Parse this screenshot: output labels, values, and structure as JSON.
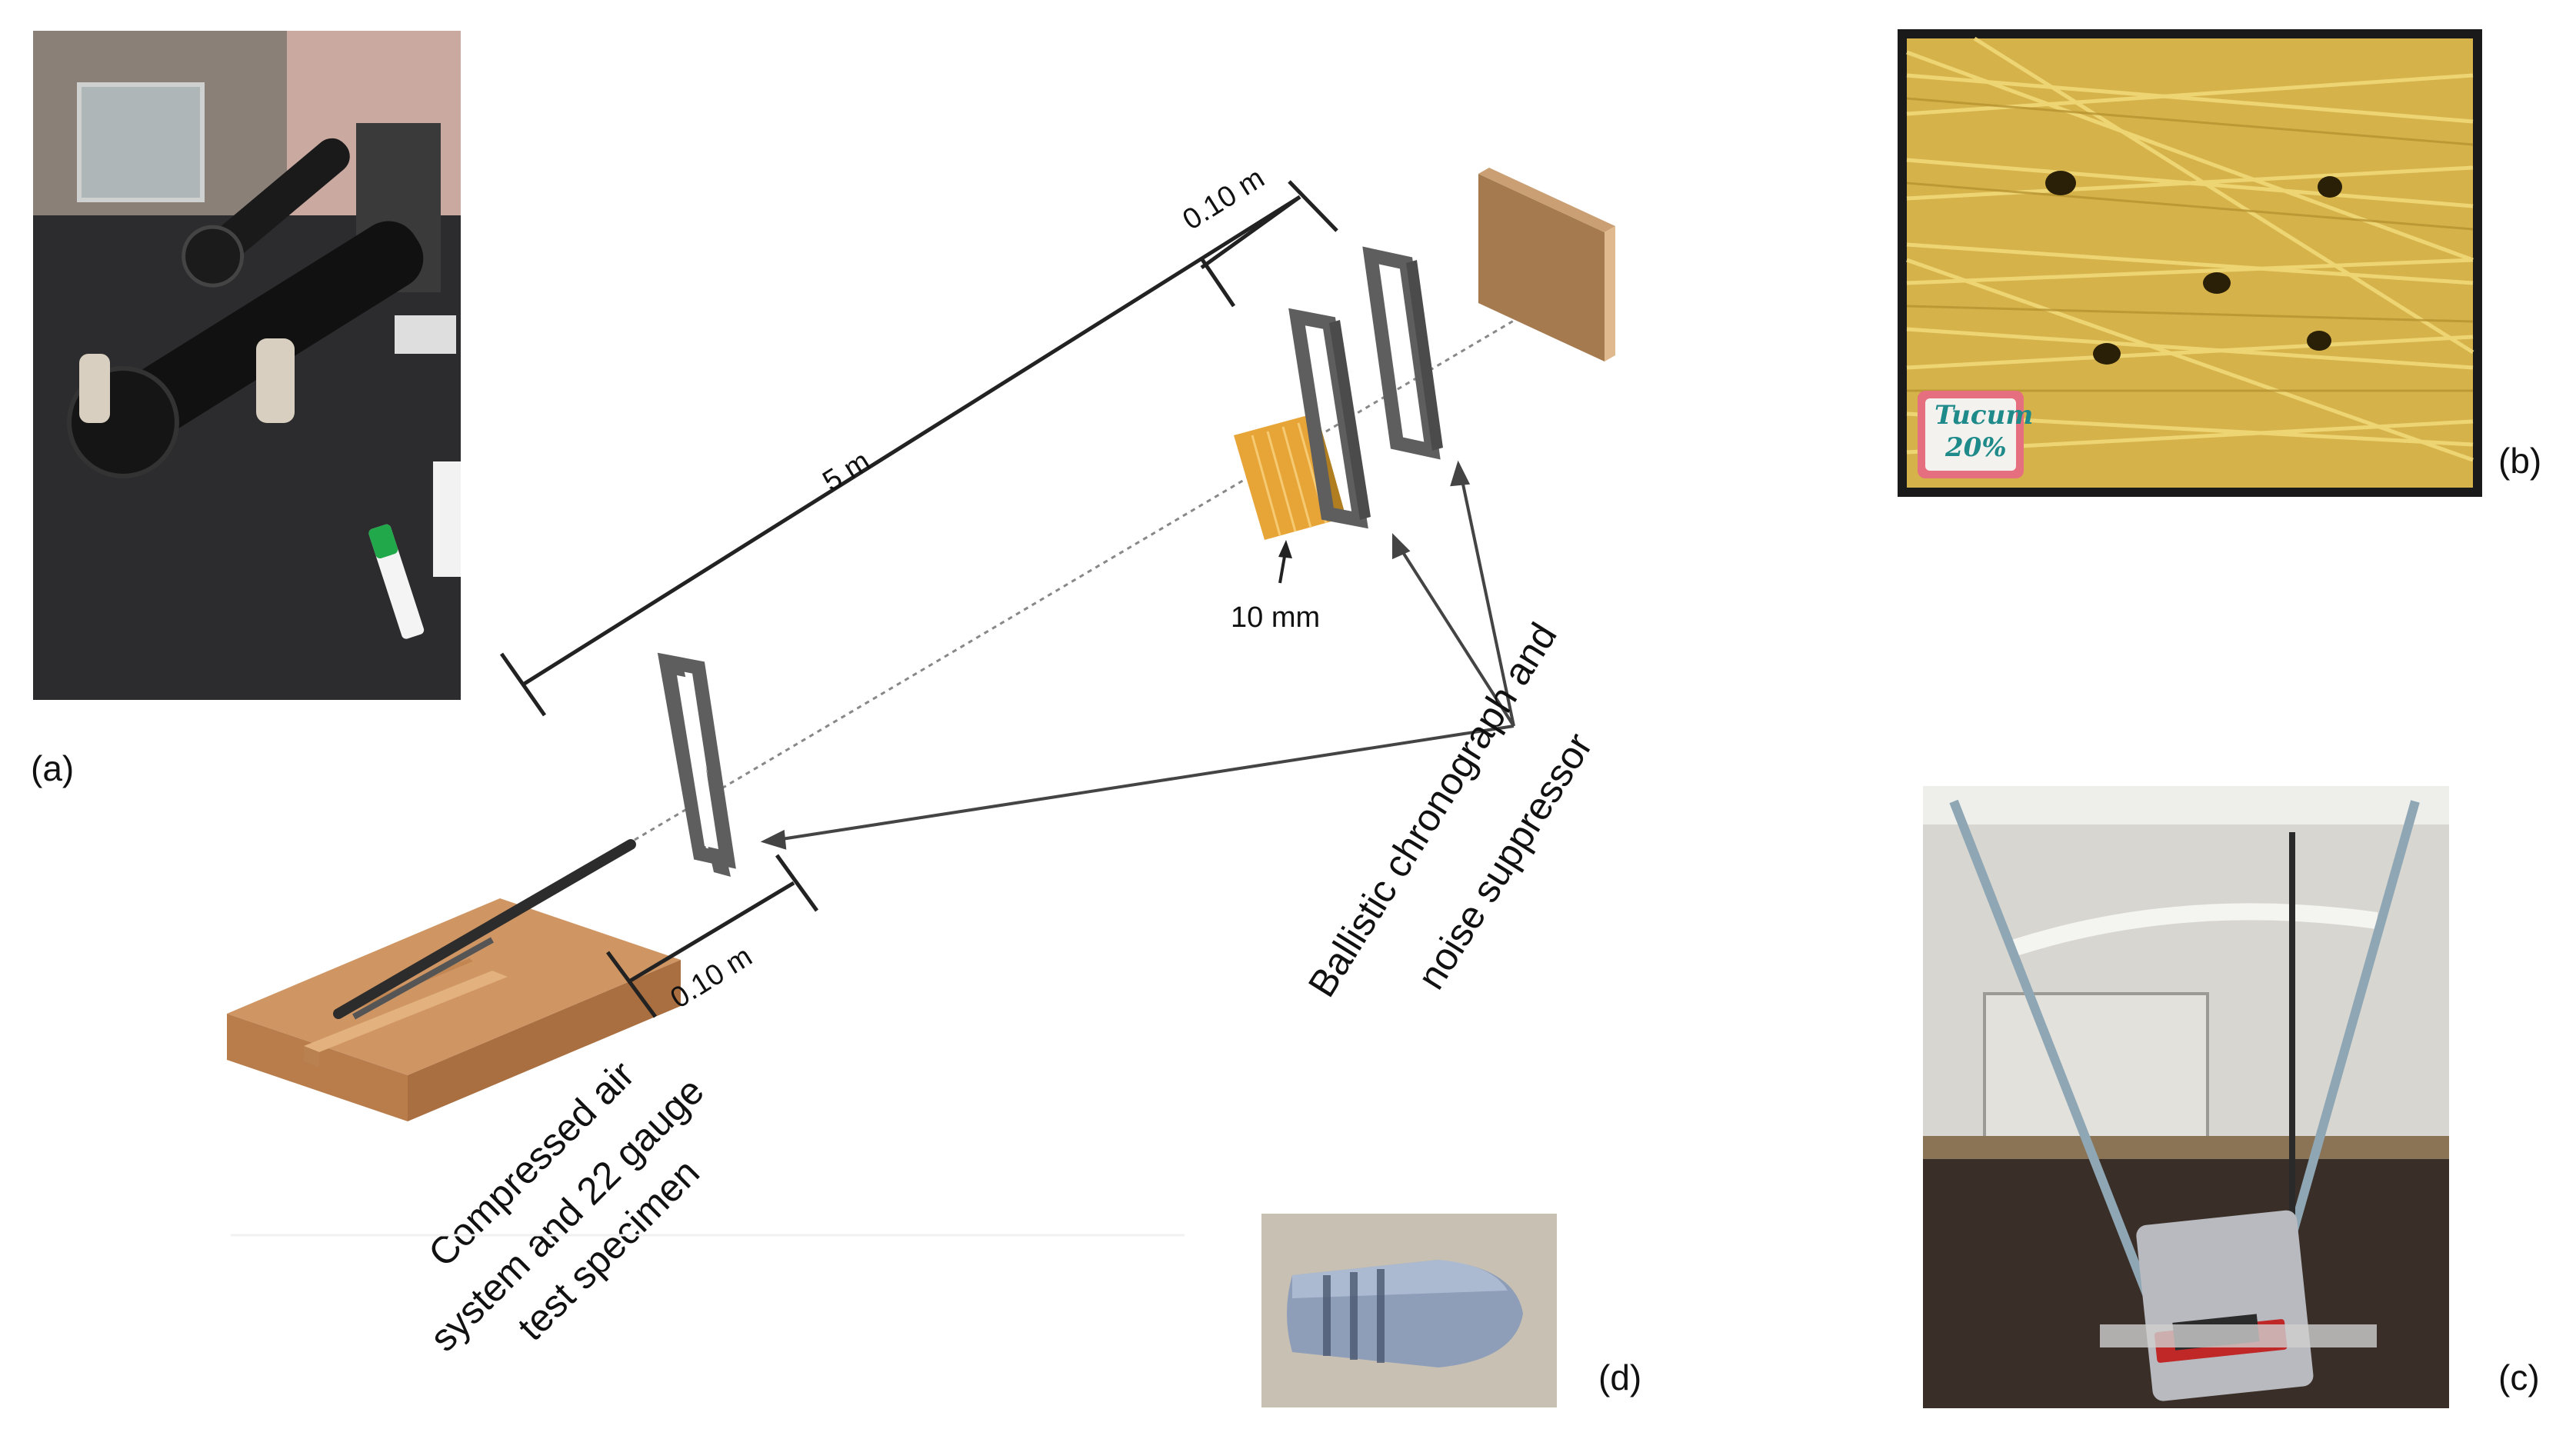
{
  "panel_labels": {
    "a": "(a)",
    "b": "(b)",
    "c": "(c)",
    "d": "(d)"
  },
  "diagram": {
    "distance_long": "5 m",
    "distance_top": "0.10 m",
    "distance_bottom": "0.10 m",
    "thickness": "10 mm",
    "chronograph_label_line1": "Ballistic chronograph and",
    "chronograph_label_line2": "noise suppressor",
    "air_label_line1": "Compressed air",
    "air_label_line2": "system and 22 gauge",
    "air_label_line3": "test specimen"
  },
  "photo_b": {
    "tag_line1": "Tucum",
    "tag_line2": "20%"
  },
  "colors": {
    "frame": "#5e5e5e",
    "wood": "#c98a52",
    "specimen": "#e8a537",
    "backstop": "#a57a4f",
    "line": "#222222"
  }
}
